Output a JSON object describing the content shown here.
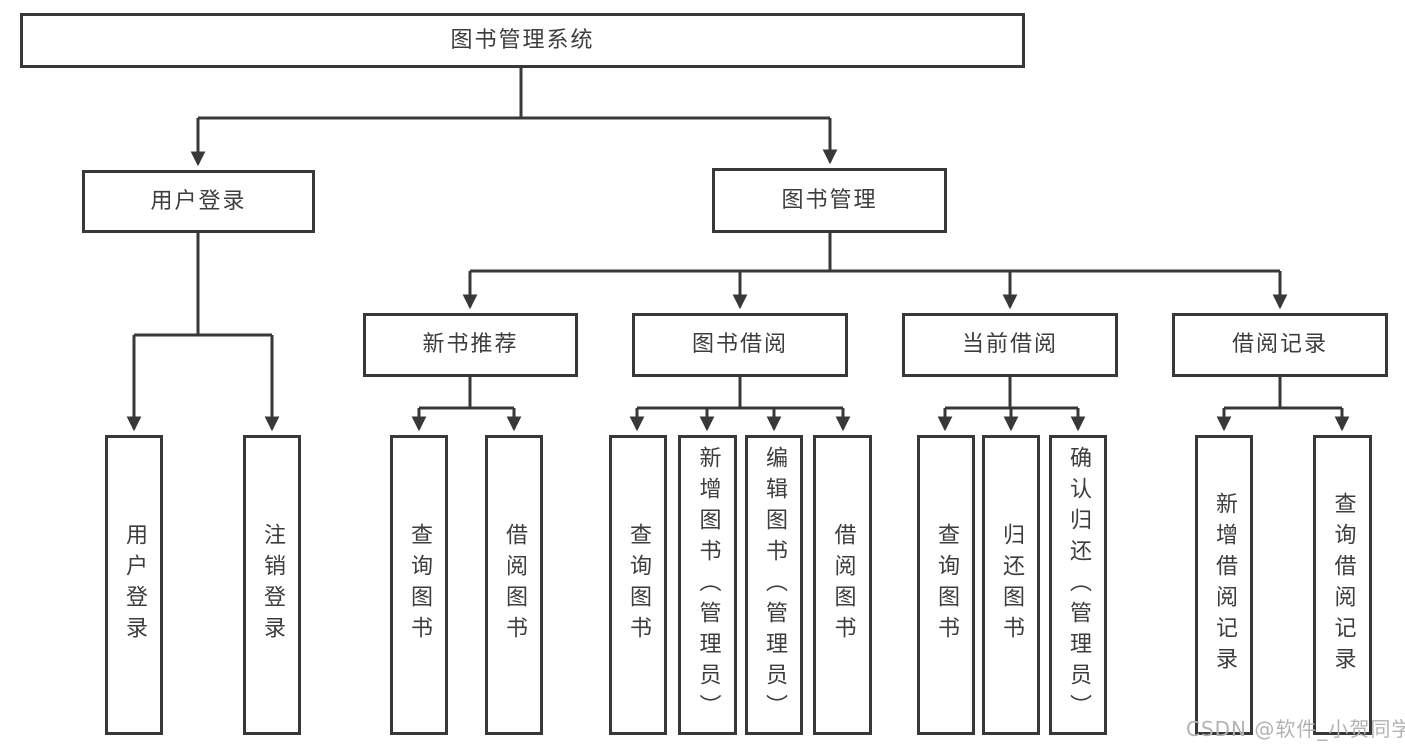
{
  "tree": {
    "root": "图书管理系统",
    "branches": [
      {
        "label": "用户登录",
        "children": [
          "用户登录",
          "注销登录"
        ]
      },
      {
        "label": "图书管理",
        "groups": [
          {
            "label": "新书推荐",
            "children": [
              "查询图书",
              "借阅图书"
            ]
          },
          {
            "label": "图书借阅",
            "children": [
              "查询图书",
              "新增图书（管理员）",
              "编辑图书（管理员）",
              "借阅图书"
            ]
          },
          {
            "label": "当前借阅",
            "children": [
              "查询图书",
              "归还图书",
              "确认归还（管理员）"
            ]
          },
          {
            "label": "借阅记录",
            "children": [
              "新增借阅记录",
              "查询借阅记录"
            ]
          }
        ]
      }
    ]
  },
  "watermark": {
    "text": "CSDN @软件_小贺同学"
  },
  "colors": {
    "line": "#383838",
    "text": "#3d3d3d",
    "watermark": "#b3b3b3",
    "background": "#ffffff"
  }
}
